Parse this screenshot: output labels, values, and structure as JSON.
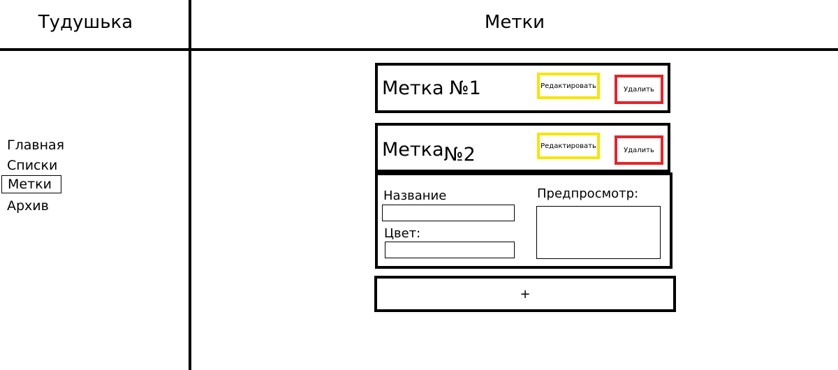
{
  "app": {
    "title": "Тудушька"
  },
  "header": {
    "page_title": "Метки"
  },
  "sidebar": {
    "items": [
      {
        "label": "Главная"
      },
      {
        "label": "Списки"
      },
      {
        "label": "Метки",
        "active": true
      },
      {
        "label": "Архив"
      }
    ]
  },
  "tags": [
    {
      "name": "Метка",
      "number": "№1",
      "edit_label": "Редактировать",
      "delete_label": "Удалить"
    },
    {
      "name": "Метка",
      "number": "№2",
      "edit_label": "Редактировать",
      "delete_label": "Удалить"
    }
  ],
  "form": {
    "name_label": "Название",
    "name_value": "",
    "color_label": "Цвет:",
    "color_value": "",
    "preview_label": "Предпросмотр:"
  },
  "add_button": {
    "label": "+"
  },
  "colors": {
    "edit_border": "#f5e600",
    "delete_border": "#e3242b",
    "lines": "#000000"
  }
}
